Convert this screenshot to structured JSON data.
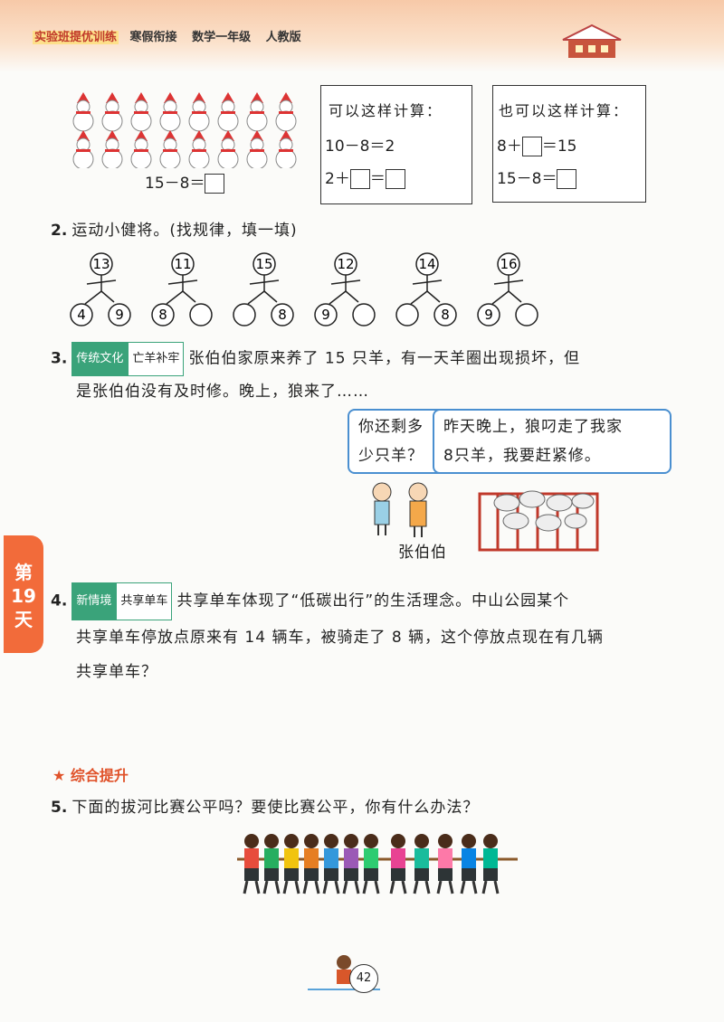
{
  "header": {
    "brand": "实验班提优训练",
    "subtitle": "寒假衔接",
    "course": "数学一年级",
    "edition": "人教版"
  },
  "colors": {
    "accent": "#f26b3a",
    "bubble_border": "#4a8fd0",
    "tag_green": "#3aa37a"
  },
  "snowmen_equation": "15－8＝",
  "box1": {
    "title": "可以这样计算：",
    "line1": "10－8＝2",
    "line2_a": "2＋",
    "line2_b": "＝"
  },
  "box2": {
    "title": "也可以这样计算：",
    "line1_a": "8＋",
    "line1_b": "＝15",
    "line2": "15－8＝"
  },
  "q2": {
    "num": "2.",
    "text": "运动小健将。(找规律，填一填)",
    "figures": [
      {
        "top": "13",
        "left": "4",
        "right": "9"
      },
      {
        "top": "11",
        "left": "8",
        "right": ""
      },
      {
        "top": "15",
        "left": "",
        "right": "8"
      },
      {
        "top": "12",
        "left": "9",
        "right": ""
      },
      {
        "top": "14",
        "left": "",
        "right": "8"
      },
      {
        "top": "16",
        "left": "9",
        "right": ""
      }
    ]
  },
  "q3": {
    "num": "3.",
    "tag_a": "传统文化",
    "tag_b": "亡羊补牢",
    "line1": "张伯伯家原来养了 15 只羊，有一天羊圈出现损坏，但",
    "line2": "是张伯伯没有及时修。晚上，狼来了……",
    "bubble1_l1": "你还剩多",
    "bubble1_l2": "少只羊？",
    "bubble2_l1": "昨天晚上，狼叼走了我家",
    "bubble2_l2": "8只羊，我要赶紧修。",
    "caption": "张伯伯"
  },
  "side_tab": {
    "l1": "第",
    "l2": "19",
    "l3": "天"
  },
  "q4": {
    "num": "4.",
    "tag_a": "新情境",
    "tag_b": "共享单车",
    "line1": "共享单车体现了“低碳出行”的生活理念。中山公园某个",
    "line2": "共享单车停放点原来有 14 辆车，被骑走了 8 辆，这个停放点现在有几辆",
    "line3": "共享单车？"
  },
  "section": {
    "star": "★",
    "title": "综合提升"
  },
  "q5": {
    "num": "5.",
    "text": "下面的拔河比赛公平吗？要使比赛公平，你有什么办法？"
  },
  "page_number": "42"
}
